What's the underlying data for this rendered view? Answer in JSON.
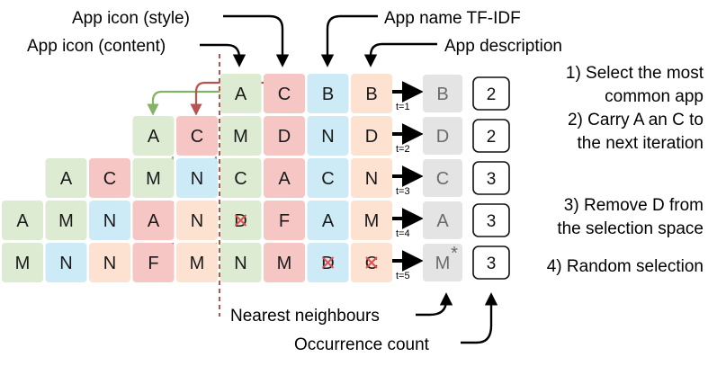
{
  "colors": {
    "green": "#dcebd1",
    "pink": "#f5c6c4",
    "blue": "#cdebf7",
    "peach": "#fde2d2",
    "gray": "#e4e4e4",
    "divider": "#b85450",
    "red_mark": "#e05050",
    "arrow_green": "#82b366",
    "arrow_red": "#b85450",
    "arrow_blue": "#6c8ebf",
    "arrow_orange": "#d79b00"
  },
  "labels": {
    "app_icon_style": "App icon (style)",
    "app_icon_content": "App icon (content)",
    "app_name": "App name TF-IDF",
    "app_description": "App description",
    "nearest_neighbours": "Nearest neighbours",
    "occurrence_count": "Occurrence count"
  },
  "rows": [
    {
      "step": "t=1",
      "cells": [
        {
          "letter": "A",
          "color": "green",
          "col": 5
        },
        {
          "letter": "C",
          "color": "pink",
          "col": 6
        },
        {
          "letter": "B",
          "color": "blue",
          "col": 7
        },
        {
          "letter": "B",
          "color": "peach",
          "col": 8
        }
      ],
      "result": "B",
      "count": "2"
    },
    {
      "step": "t=2",
      "cells": [
        {
          "letter": "A",
          "color": "green",
          "col": 3
        },
        {
          "letter": "C",
          "color": "pink",
          "col": 4
        },
        {
          "letter": "M",
          "color": "green",
          "col": 5
        },
        {
          "letter": "D",
          "color": "pink",
          "col": 6
        },
        {
          "letter": "N",
          "color": "blue",
          "col": 7
        },
        {
          "letter": "D",
          "color": "peach",
          "col": 8
        }
      ],
      "result": "D",
      "count": "2"
    },
    {
      "step": "t=3",
      "cells": [
        {
          "letter": "A",
          "color": "green",
          "col": 1
        },
        {
          "letter": "C",
          "color": "pink",
          "col": 2
        },
        {
          "letter": "M",
          "color": "green",
          "col": 3
        },
        {
          "letter": "N",
          "color": "blue",
          "col": 4
        },
        {
          "letter": "C",
          "color": "green",
          "col": 5
        },
        {
          "letter": "A",
          "color": "pink",
          "col": 6
        },
        {
          "letter": "C",
          "color": "blue",
          "col": 7
        },
        {
          "letter": "N",
          "color": "peach",
          "col": 8
        }
      ],
      "result": "C",
      "count": "3"
    },
    {
      "step": "t=4",
      "cells": [
        {
          "letter": "A",
          "color": "green",
          "col": 0
        },
        {
          "letter": "M",
          "color": "green",
          "col": 1
        },
        {
          "letter": "N",
          "color": "blue",
          "col": 2
        },
        {
          "letter": "A",
          "color": "pink",
          "col": 3
        },
        {
          "letter": "N",
          "color": "peach",
          "col": 4
        },
        {
          "letter": "D",
          "color": "green",
          "col": 5,
          "crossed": true
        },
        {
          "letter": "F",
          "color": "pink",
          "col": 6
        },
        {
          "letter": "A",
          "color": "blue",
          "col": 7
        },
        {
          "letter": "M",
          "color": "peach",
          "col": 8
        }
      ],
      "result": "A",
      "count": "3"
    },
    {
      "step": "t=5",
      "cells": [
        {
          "letter": "M",
          "color": "green",
          "col": 0
        },
        {
          "letter": "N",
          "color": "blue",
          "col": 1
        },
        {
          "letter": "N",
          "color": "peach",
          "col": 2
        },
        {
          "letter": "F",
          "color": "pink",
          "col": 3
        },
        {
          "letter": "M",
          "color": "peach",
          "col": 4
        },
        {
          "letter": "N",
          "color": "green",
          "col": 5
        },
        {
          "letter": "M",
          "color": "pink",
          "col": 6
        },
        {
          "letter": "D",
          "color": "blue",
          "col": 7,
          "crossed": true
        },
        {
          "letter": "C",
          "color": "peach",
          "col": 8,
          "crossed": true
        }
      ],
      "result": "M",
      "result_mark": "*",
      "count": "3"
    }
  ],
  "notes": [
    {
      "lines": [
        "1) Select the most",
        "common app"
      ]
    },
    {
      "lines": [
        "2) Carry A an C to",
        "the next iteration"
      ]
    },
    {
      "lines": [
        "3) Remove D from",
        "the selection space"
      ]
    },
    {
      "lines": [
        "4) Random selection"
      ]
    }
  ]
}
